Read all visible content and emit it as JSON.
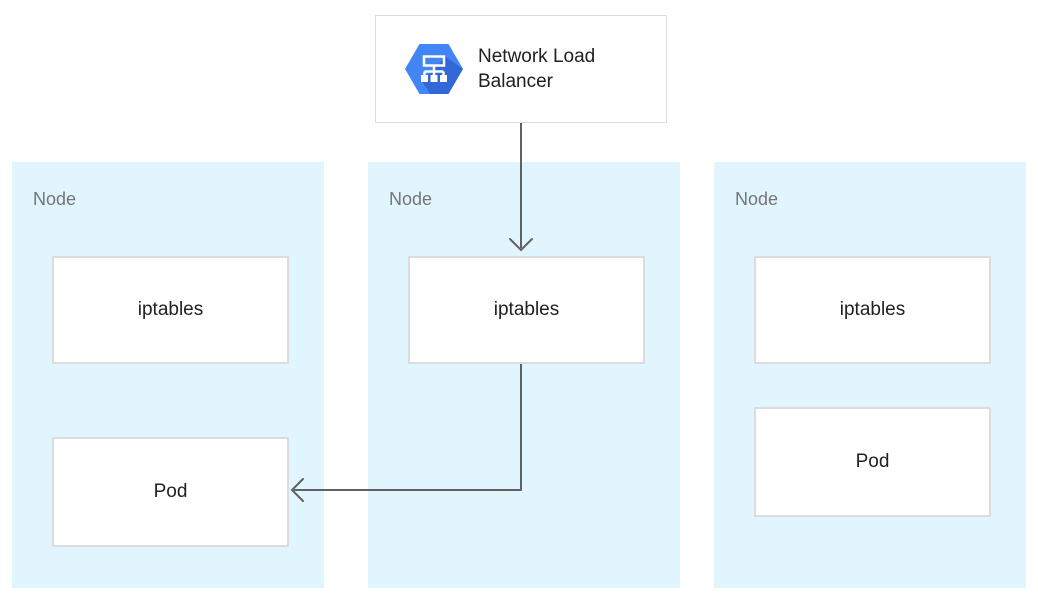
{
  "diagram": {
    "load_balancer": {
      "label": "Network Load Balancer",
      "icon": "network-load-balancer-hexagon-icon"
    },
    "nodes": [
      {
        "label": "Node",
        "boxes": [
          {
            "label": "iptables"
          },
          {
            "label": "Pod"
          }
        ]
      },
      {
        "label": "Node",
        "boxes": [
          {
            "label": "iptables"
          }
        ]
      },
      {
        "label": "Node",
        "boxes": [
          {
            "label": "iptables"
          },
          {
            "label": "Pod"
          }
        ]
      }
    ],
    "connections": [
      {
        "from": "network-load-balancer",
        "to": "node-2-iptables",
        "shape": "straight-down-arrow"
      },
      {
        "from": "node-2-iptables",
        "to": "node-1-pod",
        "shape": "elbow-left-arrow"
      }
    ],
    "colors": {
      "node_background": "#E1F5FE",
      "box_background": "#FFFFFF",
      "box_border": "#DCDCDC",
      "arrow": "#616161",
      "node_label": "#757575",
      "box_text": "#212121",
      "hexagon_blue": "#4285F4",
      "hexagon_shadow": "#3367D6",
      "icon_glyph": "#FFFFFF"
    }
  }
}
